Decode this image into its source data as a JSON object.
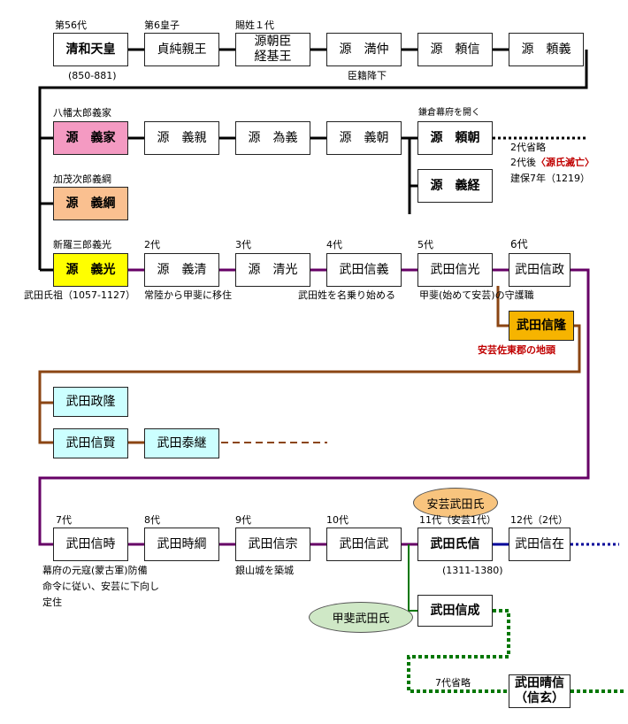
{
  "colors": {
    "black_line": "#000000",
    "purple_line": "#660066",
    "brown_line": "#8b4513",
    "navy_line": "#000099",
    "green_line": "#007700",
    "pink_box": "#f49ac2",
    "peach_box": "#fac090",
    "yellow_box": "#ffff00",
    "orange_box": "#f6b400",
    "cyan_box": "#ccffff",
    "orange_ellipse": "#f8c47e",
    "green_ellipse": "#cfe8c6"
  },
  "row1": {
    "seiwa": "清和天皇",
    "sadazumi": "貞純親王",
    "tsunemoto_a": "源朝臣",
    "tsunemoto_b": "経基王",
    "mitsunaka": "源　満仲",
    "yorinobu": "源　頼信",
    "yoriyoshi": "源　頼義",
    "lbl_56": "第56代",
    "lbl_6th_prince": "第6皇子",
    "lbl_sei": "賜姓１代",
    "lbl_years": "(850-881)",
    "lbl_shinseki": "臣籍降下"
  },
  "row2": {
    "yoshiie": "源　義家",
    "yoshichika": "源　義親",
    "tameyoshi": "源　為義",
    "yoshitomo": "源　義朝",
    "yoritomo": "源　頼朝",
    "yoshitsune": "源　義経",
    "yoshitsuna": "源　義綱",
    "lbl_hachiman": "八幡太郎義家",
    "lbl_kamo": "加茂次郎義綱",
    "lbl_kamakura": "鎌倉幕府を開く",
    "lbl_omit": "2代省略",
    "lbl_after": "2代後",
    "lbl_extinct": "〈源氏滅亡〉",
    "lbl_kenpo": "建保7年（1219）"
  },
  "row3": {
    "yoshimitsu": "源　義光",
    "yoshikiyo": "源　義清",
    "kiyomitsu": "源　清光",
    "nobuyoshi": "武田信義",
    "nobumitsu": "武田信光",
    "nobumasa": "武田信政",
    "nobutaka": "武田信隆",
    "lbl_shinra": "新羅三郎義光",
    "lbl_2": "2代",
    "lbl_3": "3代",
    "lbl_4": "4代",
    "lbl_5": "5代",
    "lbl_6": "6代",
    "lbl_founder": "武田氏祖（1057-1127）",
    "lbl_hitachi": "常陸から甲斐に移住",
    "lbl_takeda_name": "武田姓を名乗り始める",
    "lbl_kai_aki": "甲斐(始めて安芸)の守護職",
    "lbl_jito": "安芸佐東郡の地頭"
  },
  "row4": {
    "masataka": "武田政隆",
    "nobukata": "武田信賢",
    "yasutsugu": "武田泰継"
  },
  "row5": {
    "nobutoki": "武田信時",
    "tokitsuna": "武田時綱",
    "nobumune": "武田信宗",
    "nobutake": "武田信武",
    "ujinobu": "武田氏信",
    "nobuari": "武田信在",
    "lbl_7": "7代",
    "lbl_8": "8代",
    "lbl_9": "9代",
    "lbl_10": "10代",
    "lbl_11": "11代（安芸1代）",
    "lbl_12": "12代（2代）",
    "lbl_genko_1": "幕府の元寇(蒙古軍)防備",
    "lbl_genko_2": "命令に従い、安芸に下向し",
    "lbl_genko_3": "定住",
    "lbl_ginzan": "銀山城を築城",
    "lbl_ujinobu_years": "(1311-1380)",
    "aki_takeda": "安芸武田氏"
  },
  "row6": {
    "kai_takeda": "甲斐武田氏",
    "nobushige": "武田信成",
    "lbl_omit7": "7代省略",
    "harunobu_a": "武田晴信",
    "harunobu_b": "（信玄）"
  }
}
